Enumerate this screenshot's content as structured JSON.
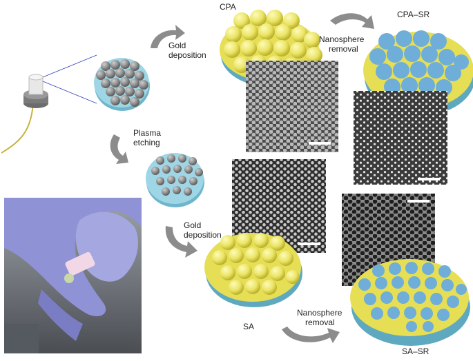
{
  "labels": {
    "cpa": "CPA",
    "cpa_sr": "CPA–SR",
    "sa": "SA",
    "sa_sr": "SA–SR",
    "gold_deposition_1_line1": "Gold",
    "gold_deposition_1_line2": "deposition",
    "plasma_etching_line1": "Plasma",
    "plasma_etching_line2": "etching",
    "gold_deposition_2_line1": "Gold",
    "gold_deposition_2_line2": "deposition",
    "nanosphere_removal_1_line1": "Nanosphere",
    "nanosphere_removal_1_line2": "removal",
    "nanosphere_removal_2_line1": "Nanosphere",
    "nanosphere_removal_2_line2": "removal"
  },
  "colors": {
    "gold": "#ece66a",
    "gold_dark": "#c9c23c",
    "substrate": "#8fcfe0",
    "substrate_dark": "#5fa9c0",
    "sphere_gray": "#8a8a8a",
    "arrow_gray": "#8c8c8c",
    "glove": "#8d8fd2"
  }
}
